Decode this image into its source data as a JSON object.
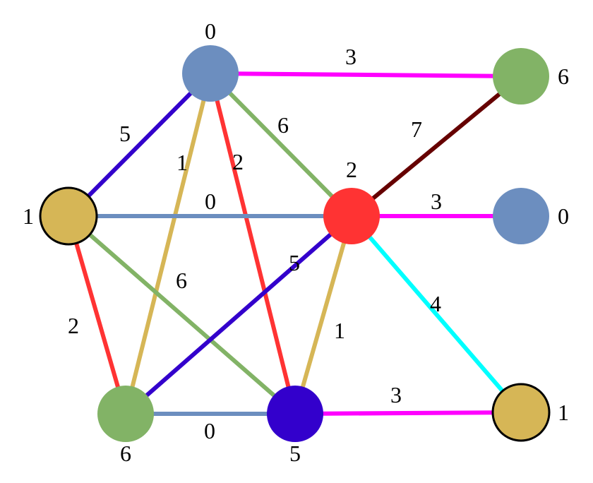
{
  "diagram": {
    "nodes": [
      {
        "id": "n-top",
        "label": "0",
        "color": "#6c8ebf",
        "outlined": false
      },
      {
        "id": "n-left",
        "label": "1",
        "color": "#d6b656",
        "outlined": true
      },
      {
        "id": "n-center",
        "label": "2",
        "color": "#ff3333",
        "outlined": false
      },
      {
        "id": "n-bottom-left",
        "label": "6",
        "color": "#82b366",
        "outlined": false
      },
      {
        "id": "n-bottom-mid",
        "label": "5",
        "color": "#3300cc",
        "outlined": false
      },
      {
        "id": "n-right-top",
        "label": "6",
        "color": "#82b366",
        "outlined": false
      },
      {
        "id": "n-right-mid",
        "label": "0",
        "color": "#6c8ebf",
        "outlined": false
      },
      {
        "id": "n-right-bottom",
        "label": "1",
        "color": "#d6b656",
        "outlined": true
      }
    ],
    "edges": [
      {
        "from": "n-top",
        "to": "n-right-top",
        "label": "3",
        "color": "#ff00ff"
      },
      {
        "from": "n-top",
        "to": "n-left",
        "label": "5",
        "color": "#3300cc"
      },
      {
        "from": "n-top",
        "to": "n-bottom-left",
        "label": "1",
        "color": "#d6b656"
      },
      {
        "from": "n-top",
        "to": "n-bottom-mid",
        "label": "2",
        "color": "#ff3333"
      },
      {
        "from": "n-top",
        "to": "n-center",
        "label": "6",
        "color": "#82b366"
      },
      {
        "from": "n-left",
        "to": "n-center",
        "label": "0",
        "color": "#6c8ebf"
      },
      {
        "from": "n-left",
        "to": "n-bottom-mid",
        "label": "6",
        "color": "#82b366"
      },
      {
        "from": "n-left",
        "to": "n-bottom-left",
        "label": "2",
        "color": "#ff3333"
      },
      {
        "from": "n-center",
        "to": "n-bottom-left",
        "label": "5",
        "color": "#3300cc"
      },
      {
        "from": "n-center",
        "to": "n-bottom-mid",
        "label": "1",
        "color": "#d6b656"
      },
      {
        "from": "n-center",
        "to": "n-right-top",
        "label": "7",
        "color": "#660000"
      },
      {
        "from": "n-center",
        "to": "n-right-mid",
        "label": "3",
        "color": "#ff00ff"
      },
      {
        "from": "n-center",
        "to": "n-right-bottom",
        "label": "4",
        "color": "#00ffff"
      },
      {
        "from": "n-bottom-left",
        "to": "n-bottom-mid",
        "label": "0",
        "color": "#6c8ebf"
      },
      {
        "from": "n-bottom-mid",
        "to": "n-right-bottom",
        "label": "3",
        "color": "#ff00ff"
      }
    ]
  }
}
